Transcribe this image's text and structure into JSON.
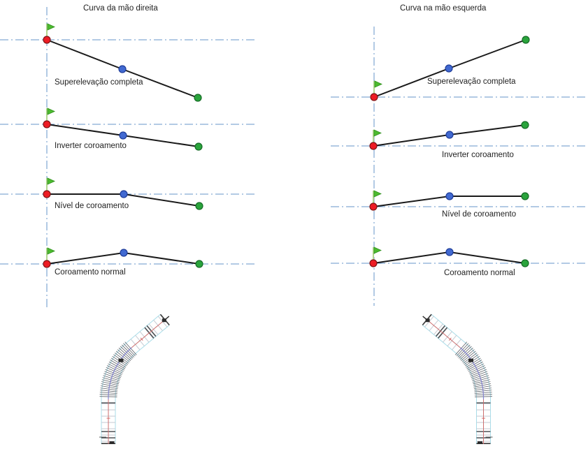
{
  "panels": [
    {
      "id": "right-hand-curve",
      "title": "Curva da mão direita",
      "rows": [
        {
          "label": "Superelevação completa"
        },
        {
          "label": "Inverter coroamento"
        },
        {
          "label": "Nível de coroamento"
        },
        {
          "label": "Coroamento normal"
        }
      ]
    },
    {
      "id": "left-hand-curve",
      "title": "Curva na mão esquerda",
      "rows": [
        {
          "label": "Superelevação completa"
        },
        {
          "label": "Inverter coroamento"
        },
        {
          "label": "Nível de coroamento"
        },
        {
          "label": "Coroamento normal"
        }
      ]
    }
  ],
  "icons": {
    "flag": "start-flag-icon",
    "red_point": "start-point-marker",
    "blue_point": "mid-point-marker",
    "green_point": "end-point-marker"
  },
  "colors": {
    "axis_dashdot": "#6494c8",
    "diagram_line": "#1a1a1a",
    "point_red_fill": "#ed1c24",
    "point_red_stroke": "#7f1416",
    "point_blue_fill": "#4169d1",
    "point_blue_stroke": "#1f3d99",
    "point_green_fill": "#2aa43c",
    "point_green_stroke": "#156b26",
    "flag_fill": "#4cbb2f",
    "flag_stroke": "#2f8f1d",
    "flag_pole": "#b2d68e",
    "road_edge": "#a8dde9",
    "road_centerline": "#cc6f6f",
    "road_curve_centerline": "#8585cf",
    "tick_light": "#c6cad2",
    "tick_dark": "#4e5256",
    "tick_curve": "#60646a",
    "marker_dark": "#2c2c2c"
  }
}
